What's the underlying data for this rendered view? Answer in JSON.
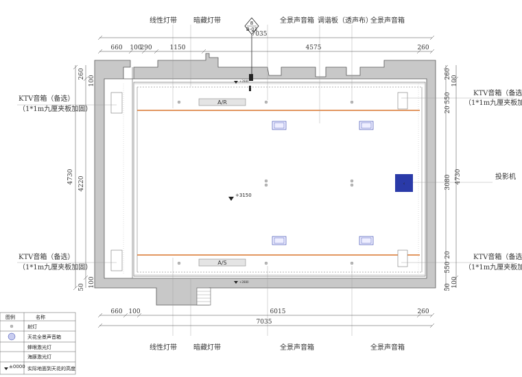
{
  "labels": {
    "linear_strip": "线性灯带",
    "hidden_strip": "暗藏灯带",
    "full_speaker": "全景声音箱",
    "tuning_panel": "调谐板（透声布）",
    "ktv_speaker": "KTV音箱（备选）",
    "ktv_reinforce": "（1*1m九厘夹板加固）",
    "projector": "投影机",
    "section_mark_top": "8",
    "section_mark_bottom": "B-03",
    "screen_top": "A/R",
    "screen_bottom": "A/S",
    "ceiling_height": "+3150",
    "height_top": "+2880",
    "height_bottom": "+2880"
  },
  "dimensions": {
    "top_total": "7035",
    "top_660": "660",
    "top_100": "100",
    "top_290": "290",
    "top_1150": "1150",
    "top_4575": "4575",
    "top_260": "260",
    "bottom_660": "660",
    "bottom_100": "100",
    "bottom_6015": "6015",
    "bottom_260": "260",
    "bottom_total": "7035",
    "left_260": "260",
    "left_100": "100",
    "left_4730": "4730",
    "left_4220": "4220",
    "left_50": "50",
    "left_100b": "100",
    "right_260": "260",
    "right_100": "100",
    "right_550": "550",
    "right_20": "20",
    "right_3080": "3080",
    "right_4730": "4730",
    "right_20b": "20",
    "right_550b": "550",
    "right_50": "50",
    "right_100b": "100"
  },
  "legend": {
    "header_symbol": "图例",
    "header_name": "名称",
    "rows": [
      {
        "name": "射灯"
      },
      {
        "name": "天花全景声音箱"
      },
      {
        "name": "蜂眼激光灯"
      },
      {
        "name": "海豚激光灯"
      },
      {
        "symbol_text": "±0000",
        "name": "实际地面到天花的高度"
      }
    ]
  },
  "colors": {
    "wall": "#c8c8c8",
    "wall_edge": "#555555",
    "strip_line": "#d9742a",
    "projector": "#2a3aa8",
    "speaker_fill": "#c9cdf0"
  }
}
